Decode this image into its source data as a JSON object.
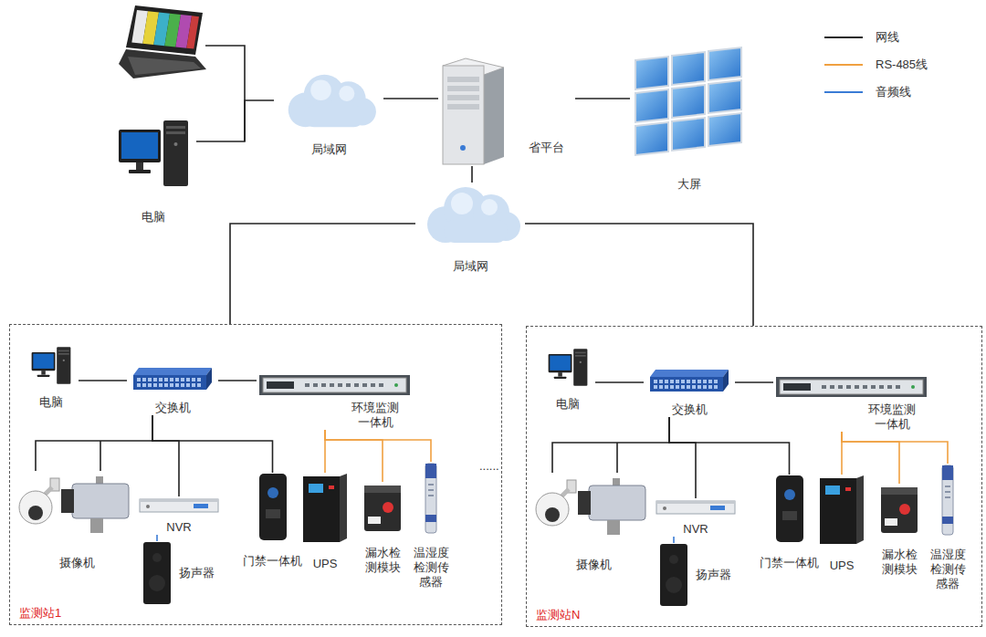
{
  "diagram": {
    "nodes": [
      {
        "text": [
          "电脑"
        ]
      },
      {
        "text": [
          "局域网"
        ]
      },
      {
        "text": [
          "省平台"
        ]
      },
      {
        "text": [
          "大屏"
        ]
      },
      {
        "text": [
          "局域网"
        ]
      },
      {
        "text": [
          "监测站1"
        ]
      },
      {
        "text": [
          "电脑"
        ],
        "in": 5
      },
      {
        "text": [
          "交换机"
        ],
        "in": 5
      },
      {
        "text": [
          "环境监测 一体机"
        ],
        "in": 5
      },
      {
        "text": [
          "摄像机"
        ],
        "in": 5
      },
      {
        "text": [
          "NVR"
        ],
        "in": 5
      },
      {
        "text": [
          "扬声器"
        ],
        "in": 5
      },
      {
        "text": [
          "门禁一体机"
        ],
        "in": 5
      },
      {
        "text": [
          "UPS"
        ],
        "in": 5
      },
      {
        "text": [
          "漏水检 测模块"
        ],
        "in": 5
      },
      {
        "text": [
          "温湿度 检测传 感器"
        ],
        "in": 5
      },
      {
        "text": [
          "监测站N"
        ]
      },
      {
        "text": [
          "电脑"
        ],
        "in": 16
      },
      {
        "text": [
          "交换机"
        ],
        "in": 16
      },
      {
        "text": [
          "环境监测 一体机"
        ],
        "in": 16
      },
      {
        "text": [
          "摄像机"
        ],
        "in": 16
      },
      {
        "text": [
          "NVR"
        ],
        "in": 16
      },
      {
        "text": [
          "扬声器"
        ],
        "in": 16
      },
      {
        "text": [
          "门禁一体机"
        ],
        "in": 16
      },
      {
        "text": [
          "UPS"
        ],
        "in": 16
      },
      {
        "text": [
          "漏水检 测模块"
        ],
        "in": 16
      },
      {
        "text": [
          "温湿度 检测传 感器"
        ],
        "in": 16
      }
    ],
    "edges": [
      {
        "from": 0,
        "to": 1,
        "arrow": "none"
      },
      {
        "from": 1,
        "to": 2,
        "arrow": "none"
      },
      {
        "from": 2,
        "to": 3,
        "arrow": "none"
      },
      {
        "from": 2,
        "to": 4,
        "arrow": "none"
      },
      {
        "from": 4,
        "to": 5,
        "arrow": "none"
      },
      {
        "from": 4,
        "to": 16,
        "arrow": "none"
      },
      {
        "from": 6,
        "to": 7,
        "arrow": "none"
      },
      {
        "from": 7,
        "to": 8,
        "arrow": "none"
      },
      {
        "from": 7,
        "to": 9,
        "arrow": "none"
      },
      {
        "from": 7,
        "to": 10,
        "arrow": "none"
      },
      {
        "from": 7,
        "to": 12,
        "arrow": "none"
      },
      {
        "from": 10,
        "to": 11,
        "arrow": "none"
      },
      {
        "from": 8,
        "to": 13,
        "arrow": "none"
      },
      {
        "from": 8,
        "to": 14,
        "arrow": "none"
      },
      {
        "from": 8,
        "to": 15,
        "arrow": "none"
      },
      {
        "from": 17,
        "to": 18,
        "arrow": "none"
      },
      {
        "from": 18,
        "to": 19,
        "arrow": "none"
      },
      {
        "from": 18,
        "to": 20,
        "arrow": "none"
      },
      {
        "from": 18,
        "to": 21,
        "arrow": "none"
      },
      {
        "from": 18,
        "to": 23,
        "arrow": "none"
      },
      {
        "from": 21,
        "to": 22,
        "arrow": "none"
      },
      {
        "from": 19,
        "to": 24,
        "arrow": "none"
      },
      {
        "from": 19,
        "to": 25,
        "arrow": "none"
      },
      {
        "from": 19,
        "to": 26,
        "arrow": "none"
      }
    ],
    "labels": [
      "......"
    ],
    "legend": [
      {
        "text": "网线"
      },
      {
        "text": "RS-485线"
      },
      {
        "text": "音频线"
      }
    ]
  }
}
